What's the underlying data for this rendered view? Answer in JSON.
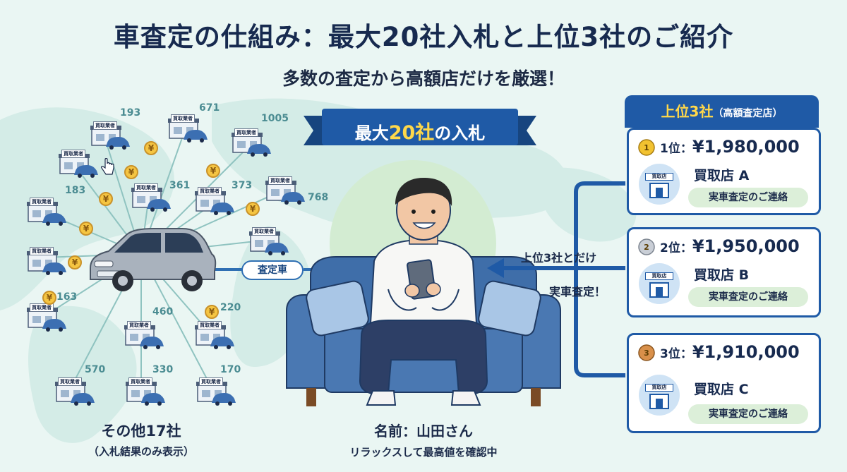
{
  "title": "車査定の仕組み：最大20社入札と上位3社のご紹介",
  "subtitle": "多数の査定から高額店だけを厳選！",
  "banner": {
    "prefix": "最大",
    "highlight": "20社",
    "suffix": "の入札"
  },
  "shop_label": "買取業者",
  "bids": [
    "193",
    "671",
    "1005",
    "183",
    "361",
    "373",
    "768",
    "163",
    "460",
    "220",
    "570",
    "330",
    "170"
  ],
  "coin_symbol": "¥",
  "car_chip": "査定車",
  "left_caption": {
    "line1": "その他17社",
    "line2": "（入札結果のみ表示）"
  },
  "person_caption": {
    "line1": "名前：山田さん",
    "line2": "リラックスして最高値を確認中"
  },
  "mid_note": {
    "line1": "上位3社とだけ",
    "line2": "実車査定！"
  },
  "top_panel": {
    "highlight_prefix": "上位",
    "highlight_num": "3社",
    "suffix": "（高額査定店）"
  },
  "cards": [
    {
      "medal": "1",
      "rank": "1位：",
      "price": "¥1,980,000",
      "shop": "買取店 A",
      "shop_icon_label": "買取店",
      "contact": "実車査定のご連絡",
      "medal_color": "#f2c230"
    },
    {
      "medal": "2",
      "rank": "2位：",
      "price": "¥1,950,000",
      "shop": "買取店 B",
      "shop_icon_label": "買取店",
      "contact": "実車査定のご連絡",
      "medal_color": "#c9ced6"
    },
    {
      "medal": "3",
      "rank": "3位：",
      "price": "¥1,910,000",
      "shop": "買取店 C",
      "shop_icon_label": "買取店",
      "contact": "実車査定のご連絡",
      "medal_color": "#d9904a"
    }
  ],
  "colors": {
    "navy": "#1f5aa6",
    "teal": "#4b8c92",
    "gold": "#f5c542",
    "mint": "#dcefd9"
  }
}
